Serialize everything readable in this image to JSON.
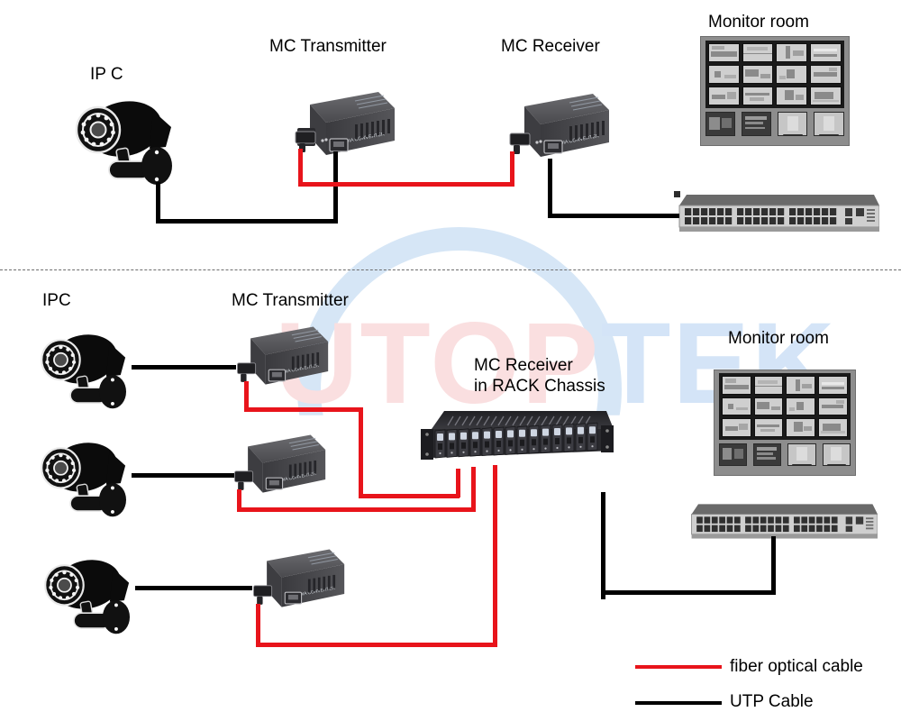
{
  "diagram": {
    "title_watermark": {
      "part_a": "UTOP",
      "part_b": "TEK"
    },
    "colors": {
      "fiber_cable": "#e8141b",
      "utp_cable": "#000000",
      "device_body": "#4a4a4a",
      "watermark_pink": "#fadfe0",
      "watermark_blue": "#d4e4f7"
    }
  },
  "top_section": {
    "labels": {
      "camera": "IP C",
      "mc_transmitter": "MC Transmitter",
      "mc_receiver": "MC Receiver",
      "monitor_room": "Monitor room"
    },
    "devices": {
      "camera_count": 1,
      "transmitter_count": 1,
      "receiver_count": 1,
      "switch_label": "network-switch",
      "switch_ports": 48
    }
  },
  "bottom_section": {
    "labels": {
      "camera": "IPC",
      "mc_transmitter": "MC Transmitter",
      "mc_receiver_line1": "MC Receiver",
      "mc_receiver_line2": "in RACK Chassis",
      "monitor_room": "Monitor room"
    },
    "devices": {
      "camera_count": 3,
      "transmitter_count": 3,
      "rack_slots": 14,
      "switch_ports": 48
    }
  },
  "legend": {
    "items": [
      {
        "label": "fiber optical cable",
        "color": "#e8141b"
      },
      {
        "label": "UTP Cable",
        "color": "#000000"
      }
    ]
  },
  "device_text": {
    "media_converter": "MEDIA CONVERTER"
  }
}
